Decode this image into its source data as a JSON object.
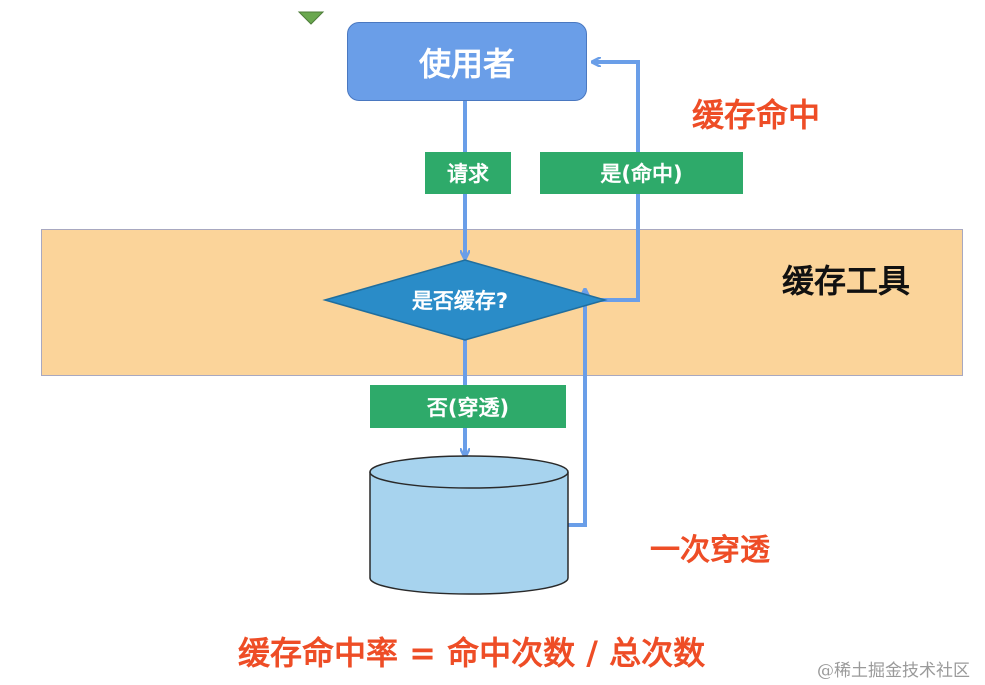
{
  "nodes": {
    "user": "使用者",
    "decision": "是否缓存?"
  },
  "tags": {
    "request": "请求",
    "hit": "是(命中)",
    "miss": "否(穿透)"
  },
  "labels": {
    "cache_hit": "缓存命中",
    "cache_tool": "缓存工具",
    "one_penetration": "一次穿透",
    "formula": "缓存命中率 = 命中次数 / 总次数"
  },
  "watermark": "@稀土掘金技术社区",
  "colors": {
    "band": "#fbd49a",
    "user_box": "#6a9ee8",
    "tag": "#2eaa6a",
    "diamond": "#2a8cc8",
    "database": "#a7d3ee",
    "arrow": "#6a9ee8",
    "emphasis": "#ee4d26"
  }
}
